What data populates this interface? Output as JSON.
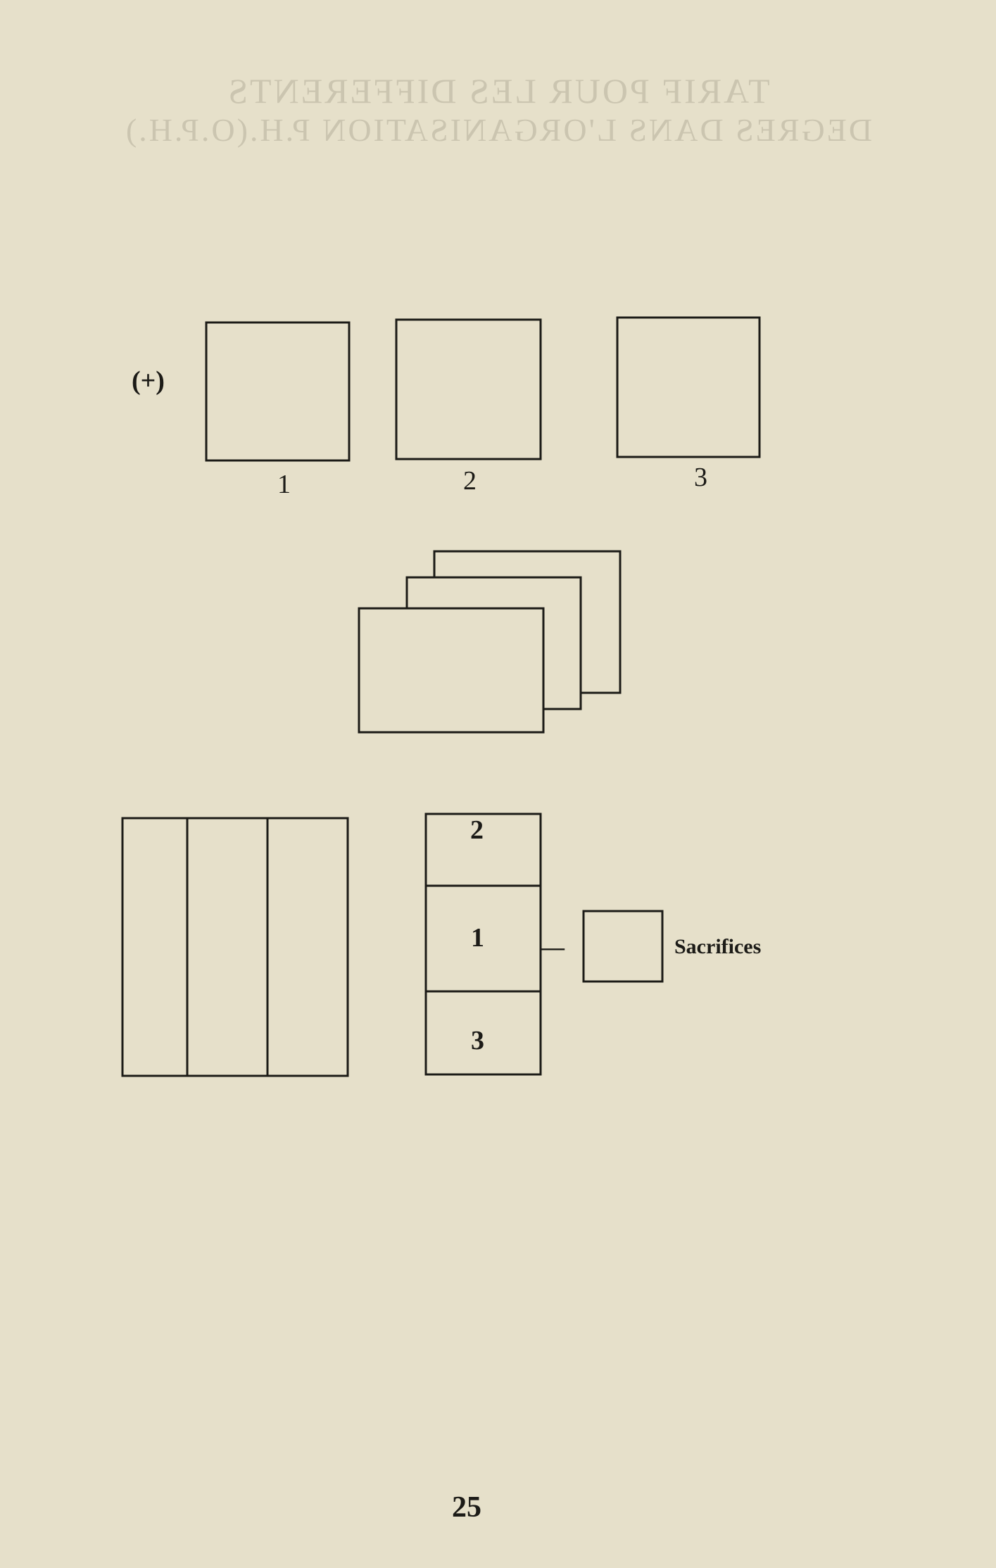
{
  "document": {
    "bleed_through": [
      "TARIF POUR LES DIFFERENTS",
      "DEGRES DANS L'ORGANISATION P.H.(O.P.H.)"
    ],
    "figure1": {
      "sign": "(+)",
      "labels": [
        "1",
        "2",
        "3"
      ]
    },
    "figure3": {
      "stack_labels": [
        "2",
        "1",
        "3"
      ],
      "arrow": "—",
      "sacrifices": "Sacrifices"
    },
    "page_number": "25"
  }
}
